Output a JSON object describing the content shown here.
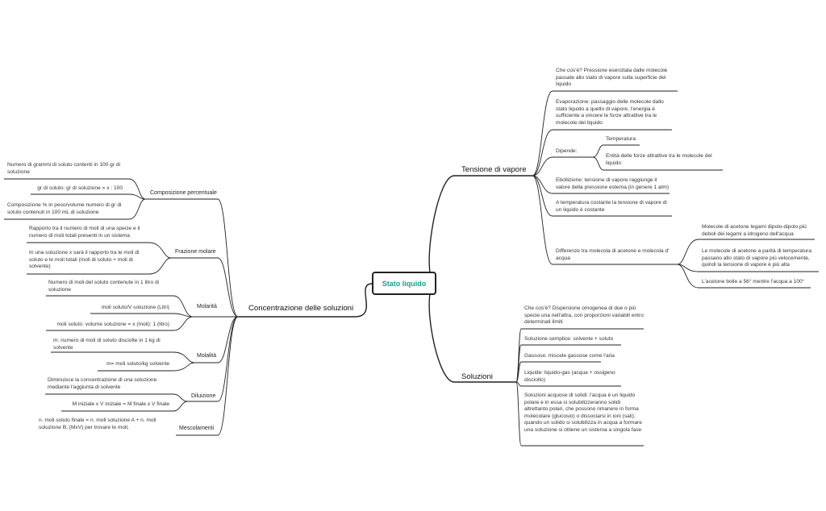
{
  "root": "Stato liquido",
  "right": {
    "tensione": {
      "title": "Tensione di vapore",
      "cosa": "Che cos'è? Pressione esercitata dalle molecole passate allo stato di vapore sulla superficie del liquido",
      "evaporazione": "Evaporazione: passaggio delle molecole dallo stato liquido a quello di vapore, l'energia è sufficiente a vincere le forze attrattive tra le molecole del liquido",
      "dipende": "Dipende:",
      "temperatura": "Temperatura",
      "entita": "Entità delle forze attrattive tra le molecole del liquido",
      "ebollizione": "Ebollizione: tensione di vapore raggiunge il valore della pressione esterna (in genere 1 atm)",
      "costante": "A temperatura costante la tensione di vapore di un liquido è costante",
      "differenze": "Differenze tra molecola di acetone e molecola d' acqua",
      "diff1": "Molecole di acetone legami dipolo-dipolo più deboli dei legami a idrogeno dell'acqua",
      "diff2": "Le molecole di acetone a parità di temperatura passano allo stato di vapore più velocemente, quindi la tensione di vapore è più alta",
      "diff3": "L'acetone bolle a 56° mentre l'acqua a 100°"
    },
    "soluzioni": {
      "title": "Soluzioni",
      "cosa": "Che cos'è? Dispersione omogenea di due o più specie una nell'altra, con proporzioni variabili entro determinati limiti",
      "semplice": "Soluzione semplice: solvente + soluto",
      "gassose": "Gassose: miscele gassose come l'aria",
      "liquide": "Liquide: liquido-gas (acqua + ossigeno disciolto)",
      "acquose": "Soluzioni acquose di solidi: l'acqua è un liquido polare e in essa si solubilizzeranno solidi altrettanto polari, che possono rimanere in forma molecolare (glucosio) o dissociarsi in ioni (sali); quando un solido si solubilizza in acqua a formare una soluzione si ottiene un sistema a singola fase"
    }
  },
  "left": {
    "title": "Concentrazione delle soluzioni",
    "perc": {
      "title": "Composizione percentuale",
      "a": "Numero di grammi di soluto contenti in 100 gr di soluzione",
      "b": "gr di soluto: gr di soluzione = x : 100",
      "c": "Composizione % in peso/volume numero di gr di soluto contenuti in 100 mL di soluzione"
    },
    "frazione": {
      "title": "Frazione molare",
      "a": "Rapporto tra il numero di moli di una specie e il numero di moli totali presenti in un sistema",
      "b": "In una soluzione x sarà il rapporto tra le moli di soluto e le moli totali (moli di soluto + moli di solvente)"
    },
    "molarita": {
      "title": "Molarità",
      "a": "Numero di moli del soluto contenute in 1 litro di soluzione",
      "b": "moli soluto/V soluzione (Litri)",
      "c": "moli soluto: volume soluzione = x (moli): 1 (litro)"
    },
    "molalita": {
      "title": "Molalità",
      "a": "m: numero di moli di soluto disciolte in 1 kg di solvente",
      "b": "m= moli soluto/kg solvente"
    },
    "diluizione": {
      "title": "Diluizione",
      "a": "Diminuisce la concentrazione di una soluzione mediante l'aggiunta di solvente",
      "b": "M iniziale x V iniziale = M finale x V finale"
    },
    "mescolamenti": {
      "title": "Mescolamenti",
      "a": "n. moli soluto finale = n. moli soluzione A + n. moli soluzione B; (MxV) per trovare le moli;"
    }
  }
}
